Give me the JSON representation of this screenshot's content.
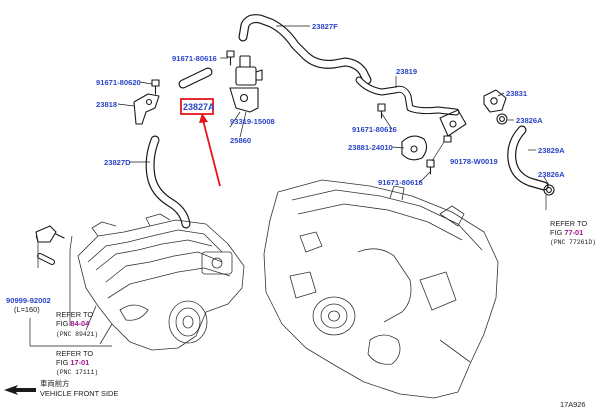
{
  "part_labels": {
    "p23827F": "23827F",
    "p91671_80616_top": "91671-80616",
    "p91671_80620": "91671-80620",
    "p23818": "23818",
    "p23827A": "23827A",
    "p93319_15008": "93319-15008",
    "p25860": "25860",
    "p23827D": "23827D",
    "p23819": "23819",
    "p23831": "23831",
    "p23826A_top": "23826A",
    "p91671_80616_mid": "91671-80616",
    "p23881_24010": "23881-24010",
    "p90178_W0019": "90178-W0019",
    "p23829A": "23829A",
    "p91671_80616_low": "91671-80616",
    "p23826A_low": "23826A",
    "p90999_92002": "90999-92002"
  },
  "hose_note": "(L=160)",
  "refs": {
    "ref_right": {
      "line1": "REFER TO",
      "line2_prefix": "FIG ",
      "fig": "77-01",
      "pnc": "(PNC 77261D)"
    },
    "ref_84": {
      "line1": "REFER TO",
      "line2_prefix": "FIG ",
      "fig": "84-04",
      "pnc": "(PNC 89421)"
    },
    "ref_17": {
      "line1": "REFER TO",
      "line2_prefix": "FIG ",
      "fig": "17-01",
      "pnc": "(PNC 17111)"
    }
  },
  "front_side": {
    "chinese": "車両前方",
    "english": "VEHICLE FRONT SIDE"
  },
  "figure_id": "17A926",
  "colors": {
    "label_blue": "#2a44c8",
    "highlight_red": "#e8141c",
    "fig_magenta": "#a0148c"
  }
}
